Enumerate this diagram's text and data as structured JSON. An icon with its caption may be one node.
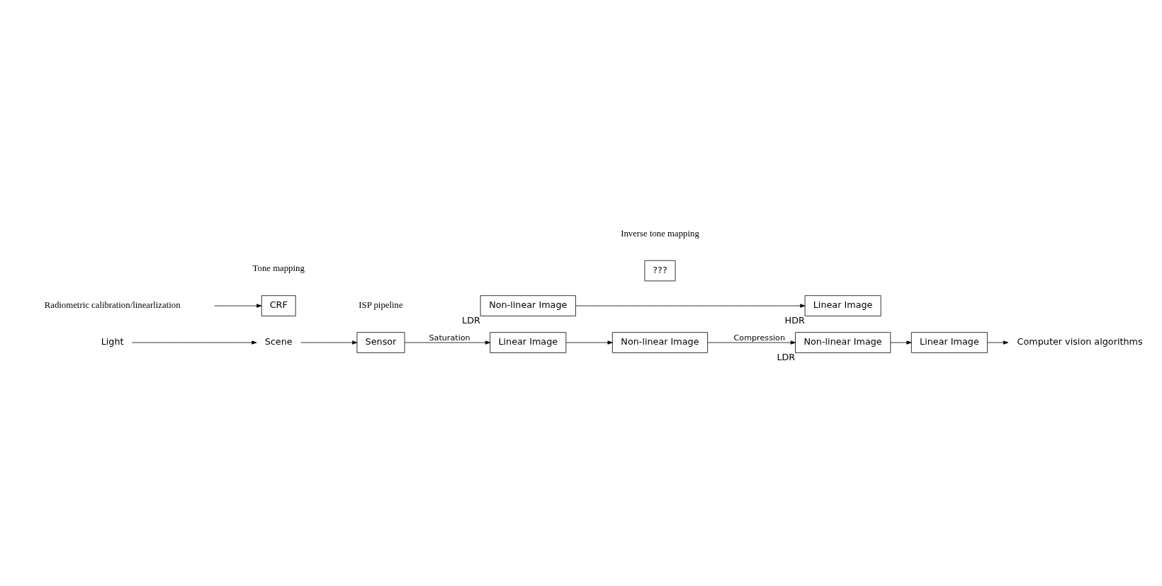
{
  "diagram": {
    "nodes": [
      {
        "text": [
          "Light"
        ]
      },
      {
        "text": [
          "Scene"
        ]
      },
      {
        "text": [
          "Sensor"
        ]
      },
      {
        "text": [
          "Linear Image"
        ]
      },
      {
        "text": [
          "CRF"
        ]
      },
      {
        "text": [
          "Non-linear Image"
        ]
      },
      {
        "text": [
          "Non-linear Image"
        ],
        "beside": [
          "LDR"
        ]
      },
      {
        "text": [
          "Linear Image"
        ]
      },
      {
        "text": [
          "Computer vision algorithms"
        ]
      },
      {
        "text": [
          "Radiometric calibration/linearlization"
        ]
      },
      {
        "text": [
          "Linear Image"
        ],
        "beside": [
          "HDR"
        ]
      },
      {
        "text": [
          "???"
        ]
      },
      {
        "text": [
          "Non-linear Image"
        ],
        "beside": [
          "LDR"
        ]
      }
    ],
    "edges": [
      {
        "from": 0,
        "to": 1,
        "arrow": "to"
      },
      {
        "from": 1,
        "to": 2,
        "arrow": "to"
      },
      {
        "from": 2,
        "to": 3,
        "arrow": "to",
        "label": "Saturation"
      },
      {
        "from": 3,
        "to": 5,
        "arrow": "to"
      },
      {
        "from": 5,
        "to": 6,
        "arrow": "to",
        "label": "Compression"
      },
      {
        "from": 6,
        "to": 7,
        "arrow": "to"
      },
      {
        "from": 7,
        "to": 8,
        "arrow": "to"
      },
      {
        "from": 9,
        "to": 4,
        "arrow": "to"
      },
      {
        "from": 12,
        "to": 10,
        "arrow": "to"
      }
    ],
    "labels": [
      "ISP pipeline",
      "Tone mapping",
      "Inverse tone mapping"
    ]
  }
}
